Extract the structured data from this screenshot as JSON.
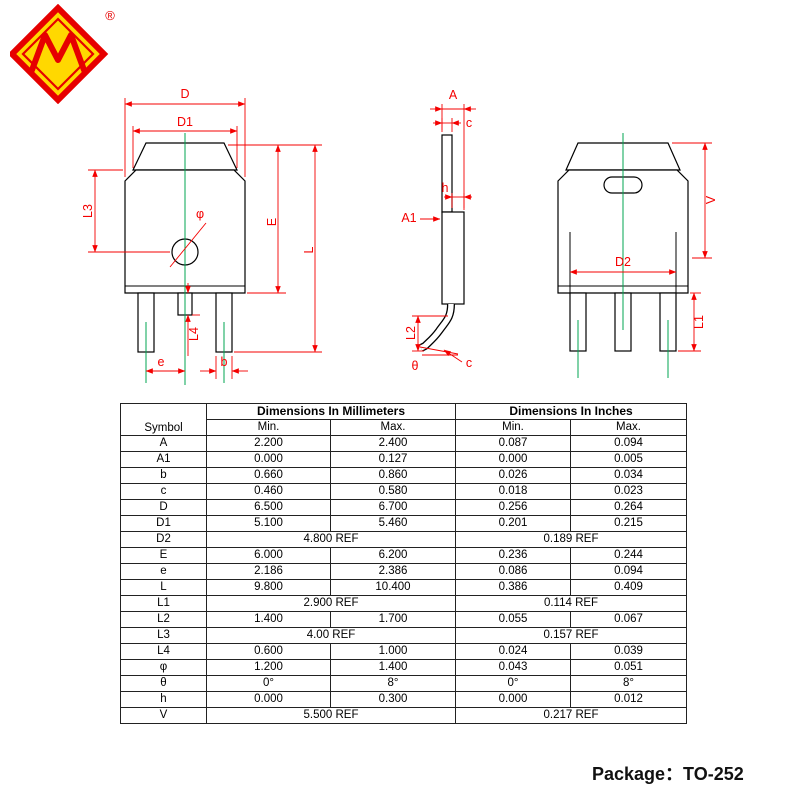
{
  "colors": {
    "dimension_red": "#f40000",
    "centerline_green": "#00a651",
    "outline_black": "#000000",
    "logo_red": "#e60000",
    "logo_yellow": "#ffd800"
  },
  "logo": {
    "registered_mark": "®"
  },
  "footer": {
    "package_label": "Package：TO-252"
  },
  "drawings": {
    "front": {
      "D": "D",
      "D1": "D1",
      "L3": "L3",
      "E": "E",
      "L": "L",
      "e": "e",
      "b": "b",
      "L4": "L4",
      "phi": "φ"
    },
    "side": {
      "A": "A",
      "c_top": "c",
      "h": "h",
      "A1": "A1",
      "L2": "L2",
      "theta": "θ",
      "c_bottom": "c"
    },
    "back": {
      "V": "V",
      "D2": "D2",
      "L1": "L1"
    }
  },
  "table": {
    "col_symbol": "Symbol",
    "col_mm": "Dimensions In Millimeters",
    "col_in": "Dimensions In Inches",
    "col_min": "Min.",
    "col_max": "Max.",
    "rows": [
      {
        "symbol": "A",
        "mm_min": "2.200",
        "mm_max": "2.400",
        "in_min": "0.087",
        "in_max": "0.094"
      },
      {
        "symbol": "A1",
        "mm_min": "0.000",
        "mm_max": "0.127",
        "in_min": "0.000",
        "in_max": "0.005"
      },
      {
        "symbol": "b",
        "mm_min": "0.660",
        "mm_max": "0.860",
        "in_min": "0.026",
        "in_max": "0.034"
      },
      {
        "symbol": "c",
        "mm_min": "0.460",
        "mm_max": "0.580",
        "in_min": "0.018",
        "in_max": "0.023"
      },
      {
        "symbol": "D",
        "mm_min": "6.500",
        "mm_max": "6.700",
        "in_min": "0.256",
        "in_max": "0.264"
      },
      {
        "symbol": "D1",
        "mm_min": "5.100",
        "mm_max": "5.460",
        "in_min": "0.201",
        "in_max": "0.215"
      },
      {
        "symbol": "D2",
        "mm_ref": "4.800 REF",
        "in_ref": "0.189 REF"
      },
      {
        "symbol": "E",
        "mm_min": "6.000",
        "mm_max": "6.200",
        "in_min": "0.236",
        "in_max": "0.244"
      },
      {
        "symbol": "e",
        "mm_min": "2.186",
        "mm_max": "2.386",
        "in_min": "0.086",
        "in_max": "0.094"
      },
      {
        "symbol": "L",
        "mm_min": "9.800",
        "mm_max": "10.400",
        "in_min": "0.386",
        "in_max": "0.409"
      },
      {
        "symbol": "L1",
        "mm_ref": "2.900 REF",
        "in_ref": "0.114 REF"
      },
      {
        "symbol": "L2",
        "mm_min": "1.400",
        "mm_max": "1.700",
        "in_min": "0.055",
        "in_max": "0.067"
      },
      {
        "symbol": "L3",
        "mm_ref": "4.00 REF",
        "in_ref": "0.157 REF"
      },
      {
        "symbol": "L4",
        "mm_min": "0.600",
        "mm_max": "1.000",
        "in_min": "0.024",
        "in_max": "0.039"
      },
      {
        "symbol": "φ",
        "mm_min": "1.200",
        "mm_max": "1.400",
        "in_min": "0.043",
        "in_max": "0.051"
      },
      {
        "symbol": "θ",
        "mm_min": "0°",
        "mm_max": "8°",
        "in_min": "0°",
        "in_max": "8°"
      },
      {
        "symbol": "h",
        "mm_min": "0.000",
        "mm_max": "0.300",
        "in_min": "0.000",
        "in_max": "0.012"
      },
      {
        "symbol": "V",
        "mm_ref": "5.500 REF",
        "in_ref": "0.217 REF"
      }
    ]
  }
}
